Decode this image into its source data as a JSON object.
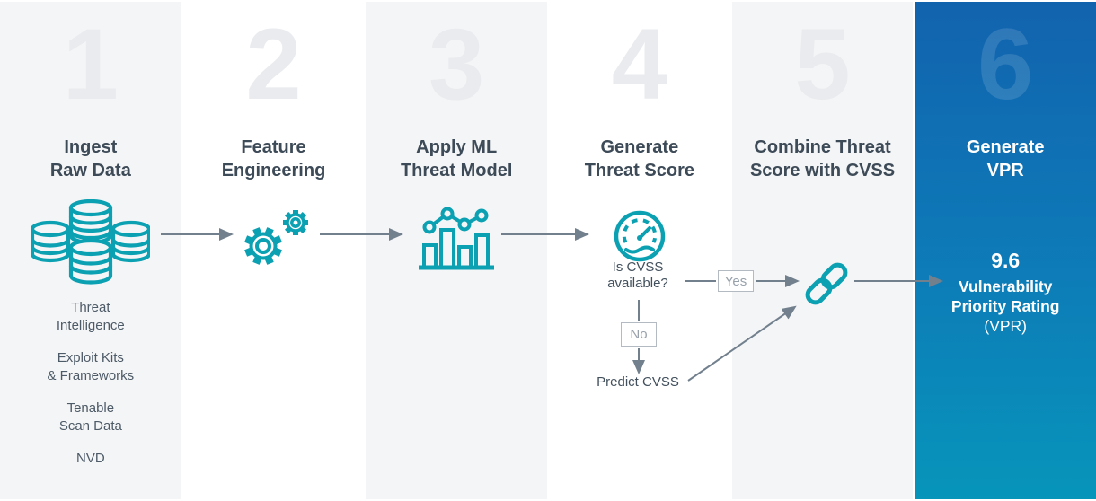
{
  "palette": {
    "teal_icon": "#0ba0b2",
    "heading_slate": "#3d4a57",
    "body_text": "#4d5a67",
    "arrow_gray": "#72808e",
    "column_gray": "#f4f5f6",
    "number_watermark": "#e9ebee",
    "blue_panel_top": "#1263ae",
    "blue_panel_bottom": "#0795ba",
    "tag_border": "#b3bac2",
    "tag_text": "#98a1aa"
  },
  "steps": [
    {
      "number": "1",
      "title": "Ingest\nRaw Data",
      "icon": "database-cluster-icon",
      "items": [
        "Threat\nIntelligence",
        "Exploit Kits\n& Frameworks",
        "Tenable\nScan Data",
        "NVD"
      ]
    },
    {
      "number": "2",
      "title": "Feature\nEngineering",
      "icon": "gears-icon"
    },
    {
      "number": "3",
      "title": "Apply ML\nThreat Model",
      "icon": "bar-line-chart-icon"
    },
    {
      "number": "4",
      "title": "Generate\nThreat Score",
      "icon": "gauge-icon"
    },
    {
      "number": "5",
      "title": "Combine Threat\nScore with CVSS",
      "icon": "chain-link-icon"
    },
    {
      "number": "6",
      "title": "Generate\nVPR"
    }
  ],
  "decision": {
    "question": "Is CVSS\navailable?",
    "yes_label": "Yes",
    "no_label": "No",
    "fallback": "Predict CVSS"
  },
  "result": {
    "score": "9.6",
    "label": "Vulnerability\nPriority Rating",
    "sublabel": "(VPR)"
  }
}
